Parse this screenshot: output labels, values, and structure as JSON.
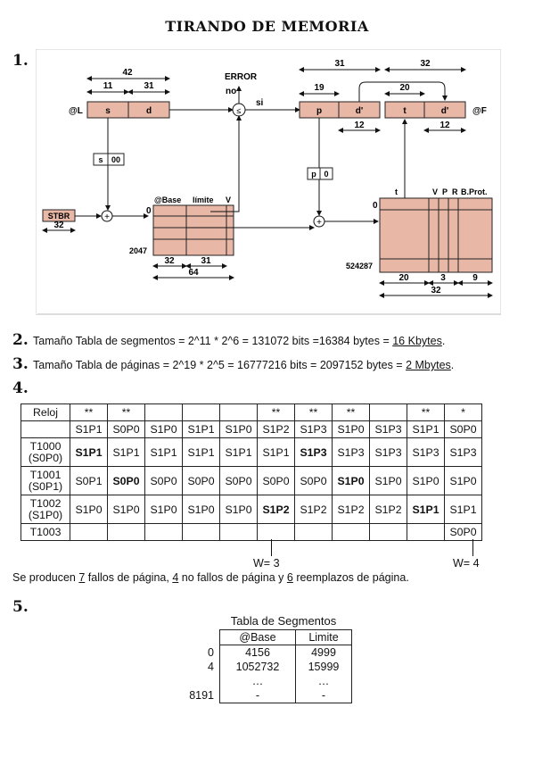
{
  "title": "TIRANDO DE MEMORIA",
  "sections": {
    "s1": "1.",
    "s2": "2.",
    "s3": "3.",
    "s4": "4.",
    "s5": "5."
  },
  "diagram": {
    "at_l": "@L",
    "s": "s",
    "d": "d",
    "w42": "42",
    "w11": "11",
    "w31": "31",
    "error": "ERROR",
    "no": "no",
    "si": "si",
    "le": "≤",
    "p": "p",
    "dprime": "d'",
    "t": "t",
    "dprime2": "d'",
    "at_f": "@F",
    "w31b": "31",
    "w32": "32",
    "w19": "19",
    "w20": "20",
    "w12a": "12",
    "w12b": "12",
    "s_box": "s",
    "zeros": "00",
    "p_box": "p",
    "zero_box": "0",
    "stbr": "STBR",
    "w32stbr": "32",
    "base_hdr": "@Base",
    "lim_hdr": "límite",
    "v_hdr": "V",
    "zero_a": "0",
    "r2047": "2047",
    "w32b": "32",
    "w31c": "31",
    "w64": "64",
    "t_hdr": "t",
    "v2": "V",
    "p2": "P",
    "r2": "R",
    "bprot": "B.Prot.",
    "zero_b": "0",
    "r524287": "524287",
    "w20b": "20",
    "w3": "3",
    "w9": "9",
    "w32c": "32",
    "plus": "+"
  },
  "q2": {
    "pre": "Tamaño Tabla de segmentos = 2^11 * 2^6 = 131072 bits =16384 bytes = ",
    "ans": "16 Kbytes",
    "post": "."
  },
  "q3": {
    "pre": "Tamaño Tabla de páginas = 2^19 * 2^5 = 16777216 bits = 2097152 bytes = ",
    "ans": "2 Mbytes",
    "post": "."
  },
  "mem_table": {
    "reloj_label": "Reloj",
    "reloj": [
      "**",
      "**",
      "",
      "",
      "",
      "**",
      "**",
      "**",
      "",
      "**",
      "*"
    ],
    "refs": [
      "S1P1",
      "S0P0",
      "S1P0",
      "S1P1",
      "S1P0",
      "S1P2",
      "S1P3",
      "S1P0",
      "S1P3",
      "S1P1",
      "S0P0"
    ],
    "rows": [
      {
        "h1": "T1000",
        "h2": "(S0P0)",
        "cells": [
          "S1P1",
          "S1P1",
          "S1P1",
          "S1P1",
          "S1P1",
          "S1P1",
          "S1P3",
          "S1P3",
          "S1P3",
          "S1P3",
          "S1P3"
        ],
        "bold": [
          0,
          6
        ]
      },
      {
        "h1": "T1001",
        "h2": "(S0P1)",
        "cells": [
          "S0P1",
          "S0P0",
          "S0P0",
          "S0P0",
          "S0P0",
          "S0P0",
          "S0P0",
          "S1P0",
          "S1P0",
          "S1P0",
          "S1P0"
        ],
        "bold": [
          1,
          7
        ]
      },
      {
        "h1": "T1002",
        "h2": "(S1P0)",
        "cells": [
          "S1P0",
          "S1P0",
          "S1P0",
          "S1P0",
          "S1P0",
          "S1P2",
          "S1P2",
          "S1P2",
          "S1P2",
          "S1P1",
          "S1P1"
        ],
        "bold": [
          5,
          9
        ]
      },
      {
        "h1": "T1003",
        "h2": "",
        "cells": [
          "",
          "",
          "",
          "",
          "",
          "",
          "",
          "",
          "",
          "",
          "S0P0"
        ],
        "bold": []
      }
    ],
    "w3": "W= 3",
    "w4": "W= 4"
  },
  "faults": {
    "a": "Se producen ",
    "n1": "7",
    "b": " fallos de página, ",
    "n2": "4",
    "c": " no fallos de página y ",
    "n3": "6",
    "d": " reemplazos de página."
  },
  "seg_table": {
    "title": "Tabla de Segmentos",
    "col1": "@Base",
    "col2": "Limite",
    "rows": [
      {
        "idx": "0",
        "base": "4156",
        "lim": "4999"
      },
      {
        "idx": "4",
        "base": "1052732",
        "lim": "15999"
      },
      {
        "idx": "",
        "base": "…",
        "lim": "…"
      },
      {
        "idx": "8191",
        "base": "-",
        "lim": "-"
      }
    ]
  }
}
